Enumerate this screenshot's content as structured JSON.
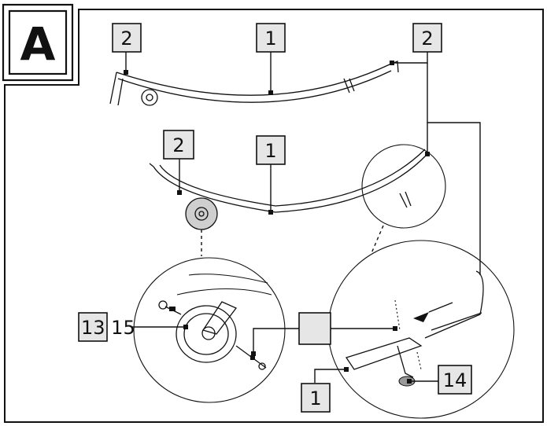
{
  "step": {
    "letter": "A"
  },
  "callouts": [
    {
      "id": "top-left-2",
      "text": "2"
    },
    {
      "id": "top-center-1",
      "text": "1"
    },
    {
      "id": "top-right-2",
      "text": "2"
    },
    {
      "id": "mid-left-2",
      "text": "2"
    },
    {
      "id": "mid-center-1",
      "text": "1"
    },
    {
      "id": "detail-13-15",
      "text": "13 15"
    },
    {
      "id": "detail-blank",
      "text": ""
    },
    {
      "id": "detail-1",
      "text": "1"
    },
    {
      "id": "detail-14",
      "text": "14"
    }
  ]
}
